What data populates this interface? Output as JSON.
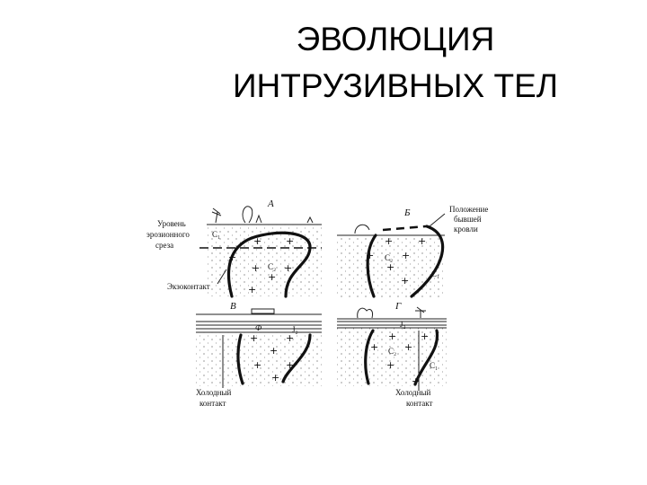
{
  "slide": {
    "title_line1": "ЭВОЛЮЦИЯ",
    "title_line2": "ИНТРУЗИВНЫХ ТЕЛ"
  },
  "figure": {
    "panels": {
      "a": {
        "letter": "А",
        "host": "C₁",
        "intrusion": "C₂"
      },
      "b": {
        "letter": "Б",
        "host": "C₁",
        "intrusion": "C₂"
      },
      "v": {
        "letter": "В",
        "cover": "J₂",
        "fossil": "Ф"
      },
      "g": {
        "letter": "Г",
        "cover": "J₂",
        "host": "C₁",
        "intrusion": "C₂"
      }
    },
    "labels": {
      "erosion_level": [
        "Уровень",
        "эрозионного",
        "среза"
      ],
      "exocontact": "Экзоконтакт",
      "former_roof": [
        "Положение",
        "бывшей",
        "кровли"
      ],
      "cold_contact_v": [
        "Холодный",
        "контакт"
      ],
      "cold_contact_g": [
        "Холодный",
        "контакт"
      ]
    }
  }
}
